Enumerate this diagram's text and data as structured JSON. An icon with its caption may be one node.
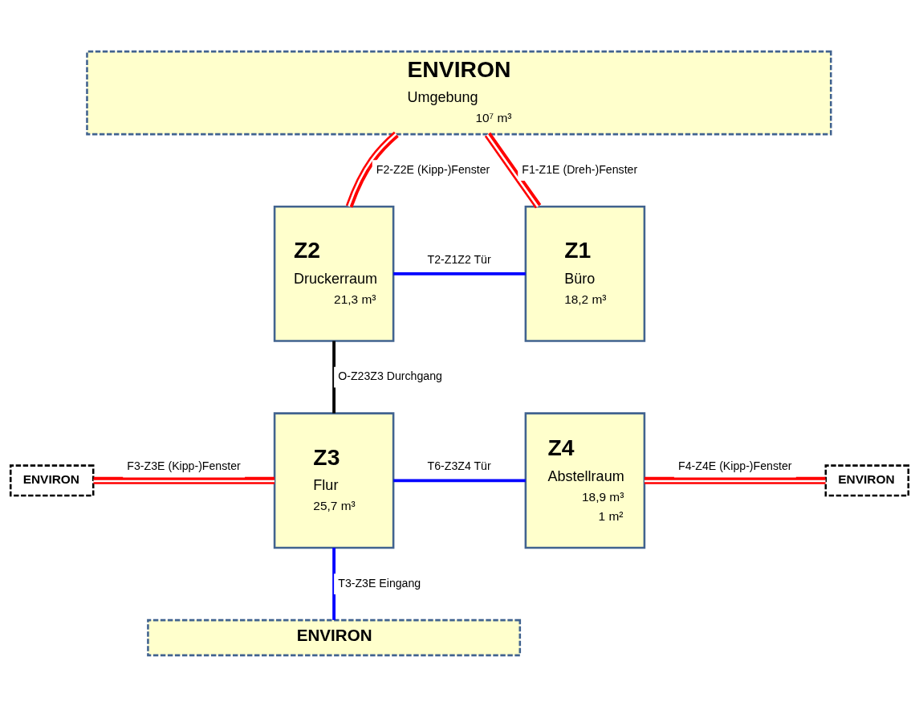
{
  "diagram": {
    "nodes": [
      {
        "text": [
          "ENVIRON",
          "Umgebung",
          "10⁷ m³"
        ]
      },
      {
        "text": [
          "Z2",
          "Druckerraum",
          "21,3 m³"
        ]
      },
      {
        "text": [
          "Z1",
          "Büro",
          "18,2 m³"
        ]
      },
      {
        "text": [
          "Z3",
          "Flur",
          "25,7 m³"
        ]
      },
      {
        "text": [
          "ENVIRON"
        ]
      },
      {
        "text": [
          "Z4",
          "Abstellraum",
          "18,9 m³",
          "1 m²"
        ]
      },
      {
        "text": [
          "ENVIRON"
        ]
      },
      {
        "text": [
          "ENVIRON"
        ]
      }
    ],
    "edges": [
      {
        "from": 0,
        "to": 1,
        "arrow": "none",
        "label": "F2-Z2E (Kipp-)Fenster",
        "color": "#ff0000"
      },
      {
        "from": 0,
        "to": 2,
        "arrow": "none",
        "label": "F1-Z1E (Dreh-)Fenster",
        "color": "#ff0000"
      },
      {
        "from": 1,
        "to": 2,
        "arrow": "none",
        "label": "T2-Z1Z2 Tür",
        "color": "#0000ff"
      },
      {
        "from": 1,
        "to": 3,
        "arrow": "none",
        "label": "O-Z23Z3 Durchgang",
        "color": "#000000"
      },
      {
        "from": 4,
        "to": 3,
        "arrow": "none",
        "label": "F3-Z3E (Kipp-)Fenster",
        "color": "#ff0000"
      },
      {
        "from": 3,
        "to": 5,
        "arrow": "none",
        "label": "T6-Z3Z4 Tür",
        "color": "#0000ff"
      },
      {
        "from": 5,
        "to": 6,
        "arrow": "none",
        "label": "F4-Z4E (Kipp-)Fenster",
        "color": "#ff0000"
      },
      {
        "from": 3,
        "to": 7,
        "arrow": "none",
        "label": "T3-Z3E Eingang",
        "color": "#0000ff"
      }
    ]
  }
}
